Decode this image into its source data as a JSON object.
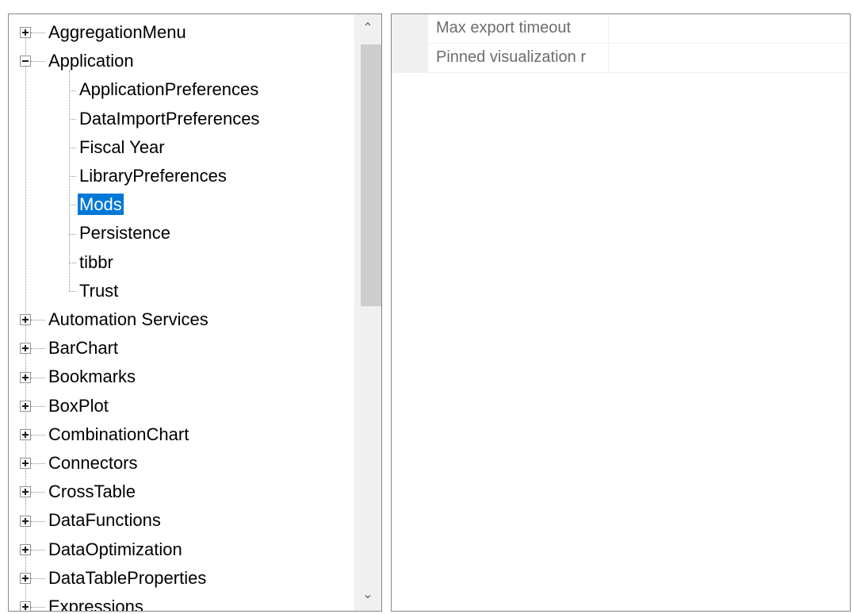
{
  "tree": {
    "nodes": [
      {
        "label": "AggregationMenu",
        "expander": "plus",
        "level": 0
      },
      {
        "label": "Application",
        "expander": "minus",
        "level": 0
      },
      {
        "label": "ApplicationPreferences",
        "level": 1
      },
      {
        "label": "DataImportPreferences",
        "level": 1
      },
      {
        "label": "Fiscal Year",
        "level": 1
      },
      {
        "label": "LibraryPreferences",
        "level": 1
      },
      {
        "label": "Mods",
        "level": 1,
        "selected": true
      },
      {
        "label": "Persistence",
        "level": 1
      },
      {
        "label": "tibbr",
        "level": 1
      },
      {
        "label": "Trust",
        "level": 1
      },
      {
        "label": "Automation Services",
        "expander": "plus",
        "level": 0
      },
      {
        "label": "BarChart",
        "expander": "plus",
        "level": 0
      },
      {
        "label": "Bookmarks",
        "expander": "plus",
        "level": 0
      },
      {
        "label": "BoxPlot",
        "expander": "plus",
        "level": 0
      },
      {
        "label": "CombinationChart",
        "expander": "plus",
        "level": 0
      },
      {
        "label": "Connectors",
        "expander": "plus",
        "level": 0
      },
      {
        "label": "CrossTable",
        "expander": "plus",
        "level": 0
      },
      {
        "label": "DataFunctions",
        "expander": "plus",
        "level": 0
      },
      {
        "label": "DataOptimization",
        "expander": "plus",
        "level": 0
      },
      {
        "label": "DataTableProperties",
        "expander": "plus",
        "level": 0
      },
      {
        "label": "Expressions",
        "expander": "plus",
        "level": 0
      }
    ],
    "scroll_up_icon": "chevron-up-icon",
    "scroll_down_icon": "chevron-down-icon",
    "scroll_up_glyph": "⌃",
    "scroll_down_glyph": "⌄"
  },
  "properties": [
    {
      "name": "Max export timeout",
      "value": ""
    },
    {
      "name": "Pinned visualization r",
      "value": ""
    }
  ],
  "colors": {
    "selection": "#0078d7",
    "border": "#828790",
    "scroll_thumb": "#cdcdcd"
  }
}
